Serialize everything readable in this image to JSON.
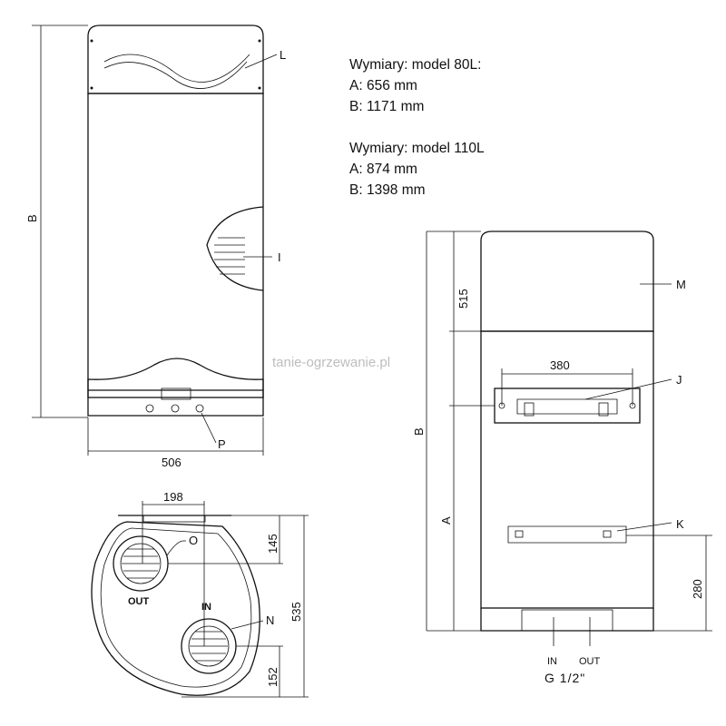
{
  "specs": {
    "model80": {
      "title": "Wymiary: model 80L:",
      "a": "A: 656 mm",
      "b": "B: 1171 mm"
    },
    "model110": {
      "title": "Wymiary: model 110L",
      "a": "A: 874 mm",
      "b": "B: 1398 mm"
    }
  },
  "watermark": "tanie-ogrzewanie.pl",
  "front_view": {
    "height_label": "B",
    "width_dim": "506",
    "labels": {
      "L": "L",
      "I": "I",
      "P": "P"
    }
  },
  "side_view": {
    "dims": {
      "top": "515",
      "total": "B",
      "lower": "A",
      "bracket_width": "380",
      "bracket_height": "280"
    },
    "labels": {
      "M": "M",
      "J": "J",
      "K": "K"
    },
    "connections": {
      "in": "IN",
      "out": "OUT",
      "thread": "G  1/2\""
    }
  },
  "bottom_view": {
    "dims": {
      "spacing": "198",
      "out_offset": "145",
      "depth": "535",
      "in_offset": "152"
    },
    "labels": {
      "O": "O",
      "N": "N",
      "out": "OUT",
      "in": "IN"
    }
  }
}
